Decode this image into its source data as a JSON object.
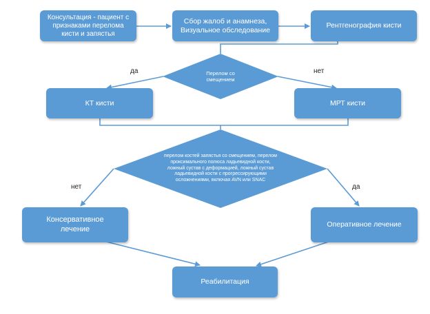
{
  "nodes": {
    "consult": "Консультация - пациент с признаками перелома кисти и запястья",
    "history": "Сбор жалоб и анамнеза, Визуальное обследование",
    "xray": "Рентгенография кисти",
    "displacement_decision": "Перелом со смещением",
    "ct": "КТ кисти",
    "mri": "МРТ кисти",
    "surgery_decision": "перелом костей запястья со смещением, перелом проксимального полюса ладьевидной кости, ложный сустав с деформацией, ложный сустав ладьевидной кости с прогрессирующими осложнениями, включая AVN или SNAC",
    "conservative": "Консервативное лечение",
    "surgical": "Оперативное лечение",
    "rehab": "Реабилитация"
  },
  "edge_labels": {
    "displacement_yes": "да",
    "displacement_no": "нет",
    "surgery_no": "нет",
    "surgery_yes": "да"
  },
  "colors": {
    "node_fill": "#5b9bd5",
    "arrow": "#5b9bd5",
    "text": "#ffffff"
  }
}
